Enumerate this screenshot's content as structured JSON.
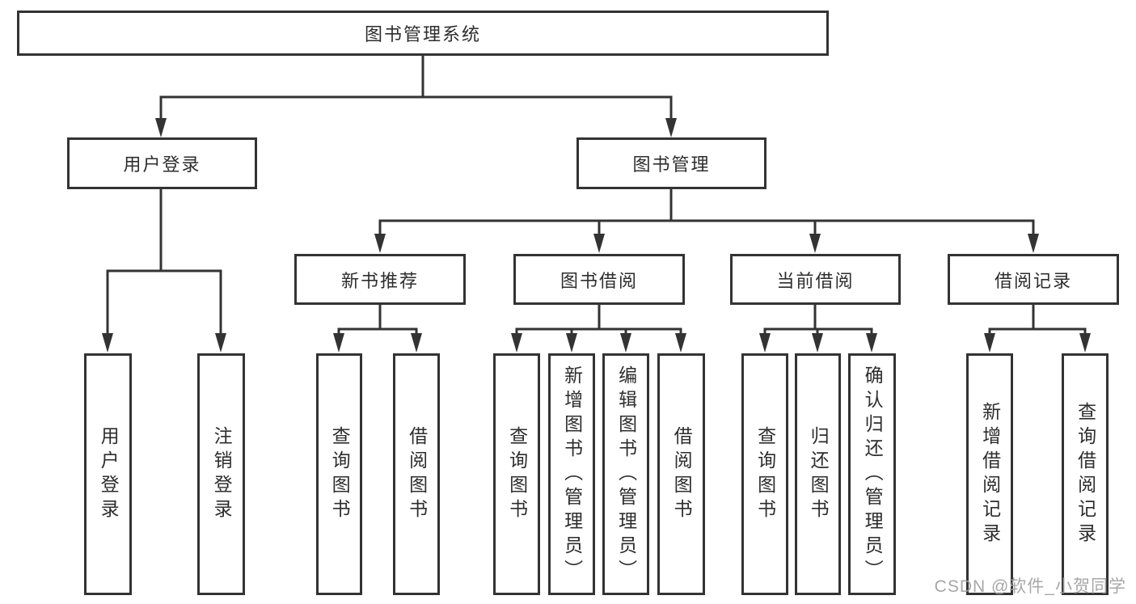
{
  "root": {
    "label": "图书管理系统"
  },
  "level2": {
    "user_login": {
      "label": "用户登录",
      "children": [
        "用户登录",
        "注销登录"
      ]
    },
    "book_mgmt": {
      "label": "图书管理"
    }
  },
  "level3": {
    "new_book_rec": {
      "label": "新书推荐",
      "children": [
        "查询图书",
        "借阅图书"
      ]
    },
    "book_borrow": {
      "label": "图书借阅",
      "children": [
        "查询图书",
        "新增图书（管理员）",
        "编辑图书（管理员）",
        "借阅图书"
      ]
    },
    "current_borrow": {
      "label": "当前借阅",
      "children": [
        "查询图书",
        "归还图书",
        "确认归还（管理员）"
      ]
    },
    "borrow_record": {
      "label": "借阅记录",
      "children": [
        "新增借阅记录",
        "查询借阅记录"
      ]
    }
  },
  "watermark": {
    "text": "CSDN @软件_小贺同学"
  },
  "colors": {
    "line": "#333333",
    "text": "#2d2d2d",
    "watermark": "#9e9e9e",
    "background": "#ffffff"
  }
}
